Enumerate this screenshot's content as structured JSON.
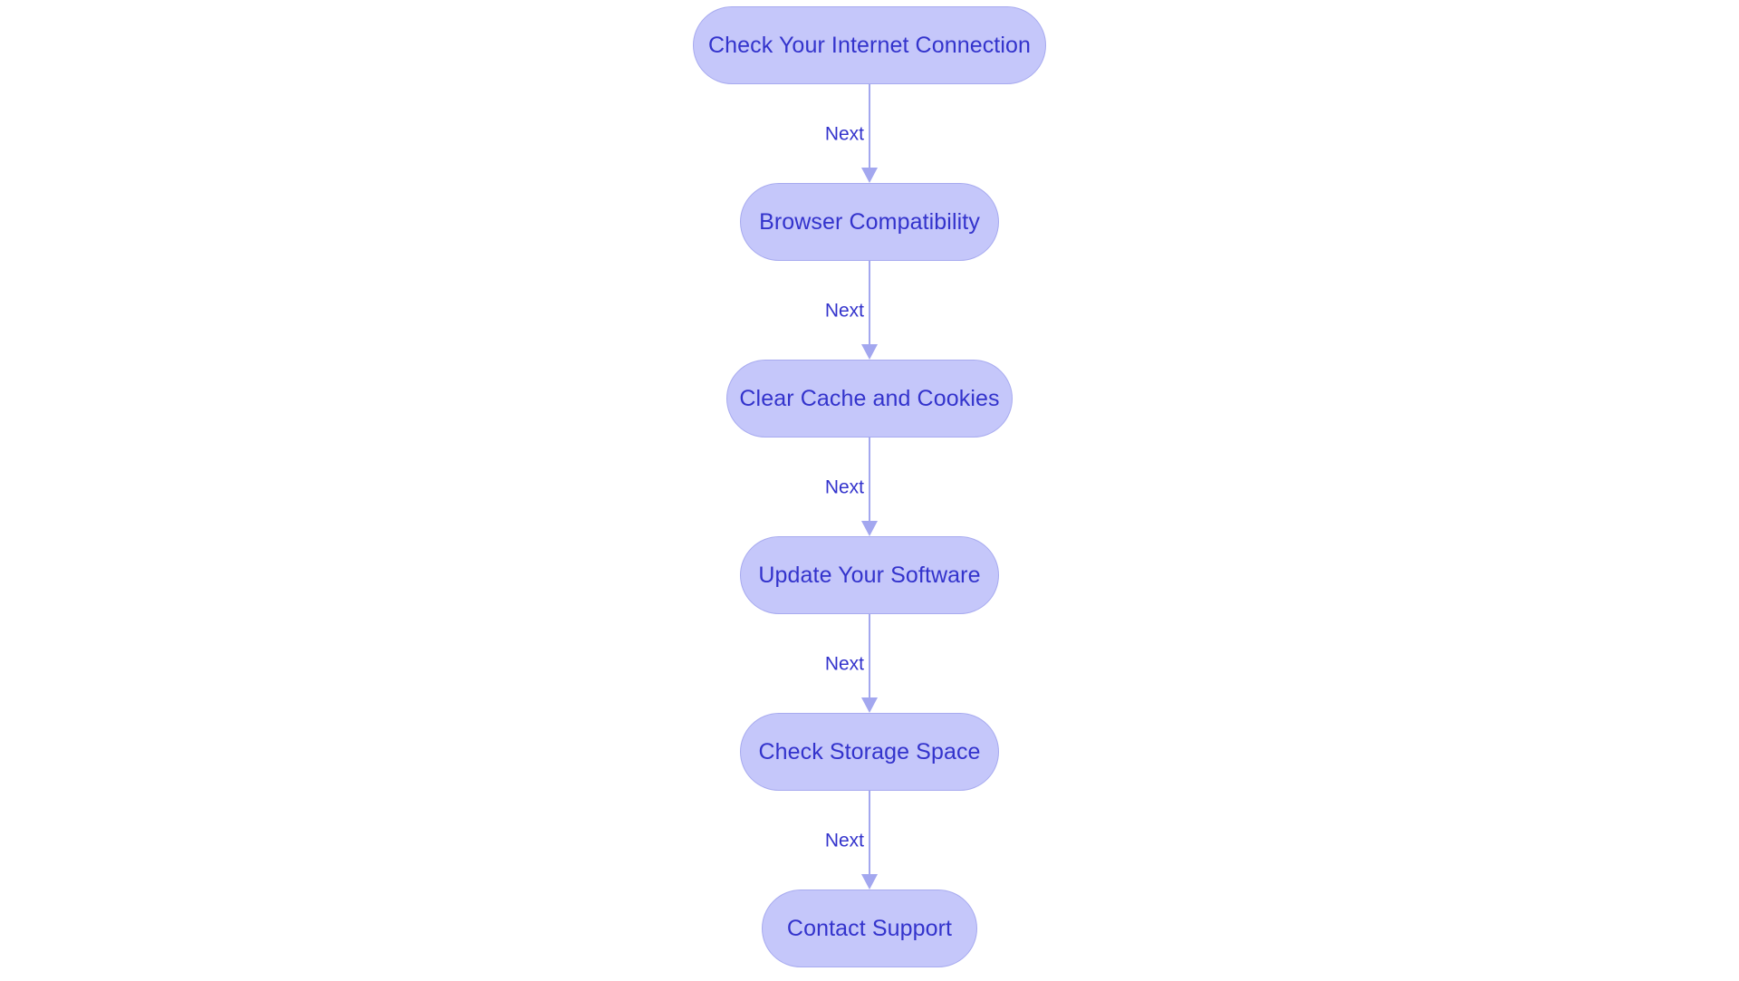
{
  "diagram": {
    "type": "flowchart",
    "orientation": "top-to-bottom",
    "background_color": "#ffffff",
    "node_fill_color": "#c5c7fa",
    "node_border_color": "#a7aaef",
    "node_text_color": "#3333cc",
    "edge_color": "#a3a7ef",
    "edge_label_color": "#3333cc",
    "nodes": [
      {
        "id": "internet",
        "label": "Check Your Internet Connection"
      },
      {
        "id": "browser",
        "label": "Browser Compatibility"
      },
      {
        "id": "cache",
        "label": "Clear Cache and Cookies"
      },
      {
        "id": "update",
        "label": "Update Your Software"
      },
      {
        "id": "storage",
        "label": "Check Storage Space"
      },
      {
        "id": "support",
        "label": "Contact Support"
      }
    ],
    "edges": [
      {
        "from": "internet",
        "to": "browser",
        "label": "Next"
      },
      {
        "from": "browser",
        "to": "cache",
        "label": "Next"
      },
      {
        "from": "cache",
        "to": "update",
        "label": "Next"
      },
      {
        "from": "update",
        "to": "storage",
        "label": "Next"
      },
      {
        "from": "storage",
        "to": "support",
        "label": "Next"
      }
    ]
  }
}
